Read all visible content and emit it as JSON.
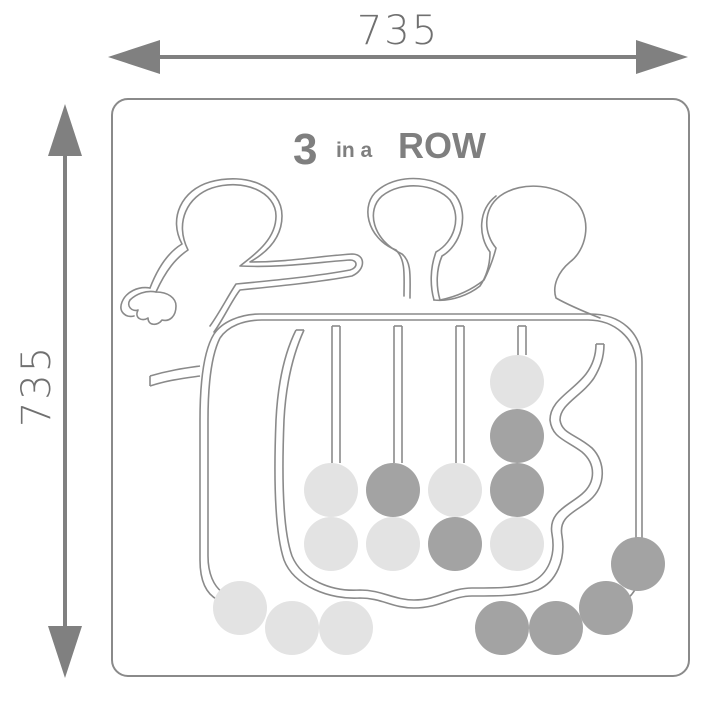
{
  "dimensions": {
    "width_label": "735",
    "height_label": "735"
  },
  "panel": {
    "title_numeral": "3",
    "title_small": "in a",
    "title_large": "ROW"
  },
  "colors": {
    "outline": "#8a8a8a",
    "arrow": "#808080",
    "ball_dark": "#a3a3a3",
    "ball_light": "#e3e3e3",
    "title": "#7f7f7f"
  },
  "balls": {
    "columns": [
      {
        "stack": [
          "light",
          "light"
        ]
      },
      {
        "stack": [
          "light",
          "dark"
        ]
      },
      {
        "stack": [
          "dark",
          "light"
        ]
      },
      {
        "stack": [
          "light",
          "dark",
          "dark",
          "light"
        ]
      }
    ],
    "left_tray": [
      "light",
      "light",
      "light"
    ],
    "right_tray": [
      "dark",
      "dark",
      "dark",
      "dark"
    ]
  }
}
